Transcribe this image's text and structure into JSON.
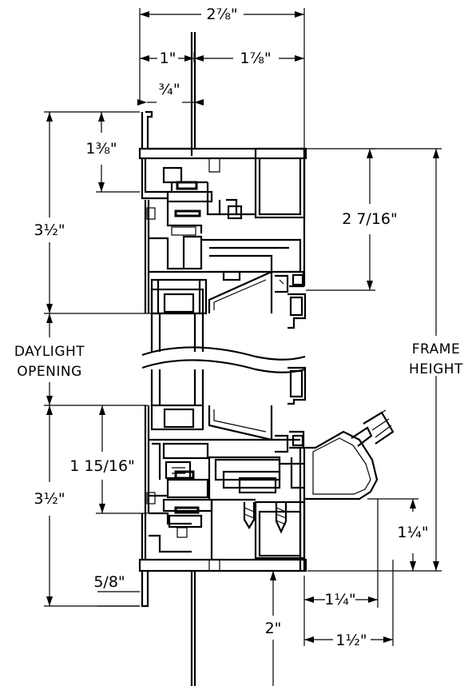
{
  "labels": {
    "daylight_line1": "DAYLIGHT",
    "daylight_line2": "OPENING",
    "frame_line1": "FRAME",
    "frame_line2": "HEIGHT"
  },
  "dimensions": {
    "overall_width": "2⅞\"",
    "left_width": "1\"",
    "right_width": "1⅞\"",
    "three_quarter": "¾\"",
    "top_head": "1⅜\"",
    "top_frame_depth": "2 7/16\"",
    "upper_height": "3½\"",
    "sill_height": "1 15/16\"",
    "lower_height": "3½\"",
    "bottom_offset": "5/8\"",
    "fin_extension": "2\"",
    "lower_right_vertical": "1¼\"",
    "lower_right_horizontal": "1¼\"",
    "bottom_horizontal": "1½\""
  }
}
